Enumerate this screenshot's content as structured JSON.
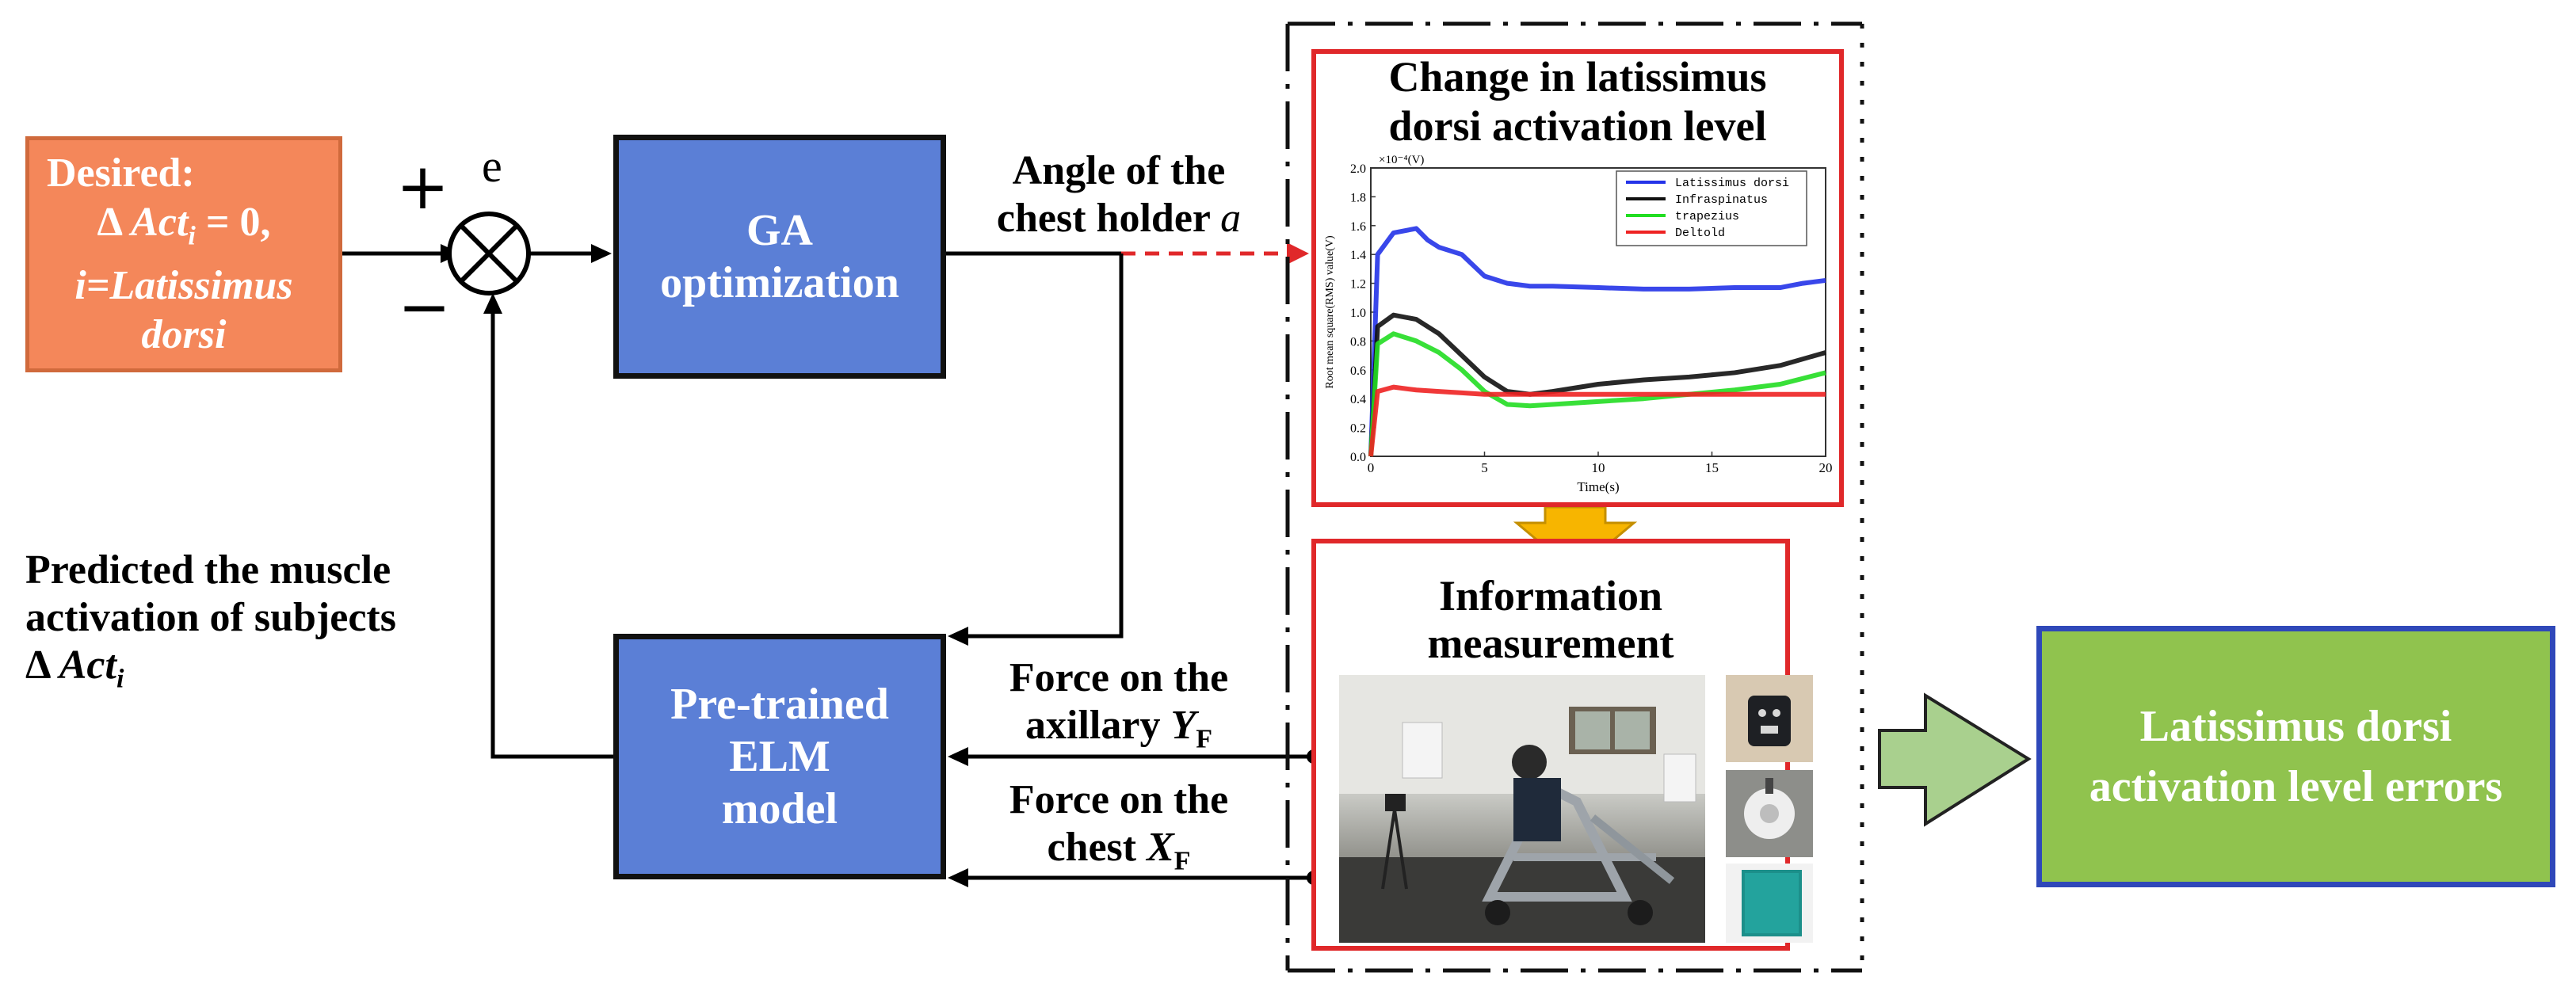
{
  "desired": {
    "line1": "Desired:",
    "line2_prefix": "Δ ",
    "line2_var": "Act",
    "line2_sub": "i",
    "line2_suffix": " = 0,",
    "line3": "i=Latissimus",
    "line4": "dorsi"
  },
  "summing_junction": {
    "error_label": "e",
    "plus_sign": "+",
    "minus_sign": "−"
  },
  "ga_block": {
    "line1": "GA",
    "line2": "optimization"
  },
  "elm_block": {
    "line1": "Pre-trained",
    "line2": "ELM",
    "line3": "model"
  },
  "angle_label": {
    "line1": "Angle of the",
    "line2": "chest holder",
    "symbol": "a"
  },
  "predicted_label": {
    "line1": "Predicted the muscle",
    "line2": "activation of subjects",
    "line3_prefix": "Δ ",
    "line3_var": "Act",
    "line3_sub": "i"
  },
  "force_axillary": {
    "line1": "Force on the",
    "line2": "axillary",
    "symbol": "Y",
    "sub": "F"
  },
  "force_chest": {
    "line1": "Force on the",
    "line2": "chest",
    "symbol": "X",
    "sub": "F"
  },
  "chart_panel": {
    "title_line1": "Change in latissimus",
    "title_line2": "dorsi activation level"
  },
  "info_panel": {
    "title_line1": "Information",
    "title_line2": "measurement"
  },
  "errors_block": {
    "line1": "Latissimus dorsi",
    "line2": "activation level errors"
  },
  "colors": {
    "desired_fill": "#f4875a",
    "block_fill": "#5b7fd6",
    "errors_fill": "#90c34e",
    "panel_border": "#e0282a",
    "down_arrow": "#f7b500",
    "right_arrow": "#a9d08e"
  },
  "chart_data": {
    "type": "line",
    "title": "",
    "xlabel": "Time(s)",
    "ylabel": "Root mean square(RMS) value(V)",
    "scale_label": "×10⁻⁴(V)",
    "xlim": [
      0,
      20
    ],
    "ylim": [
      0,
      2.0
    ],
    "x_ticks": [
      "0",
      "5",
      "10",
      "15",
      "20"
    ],
    "y_ticks": [
      "0.0",
      "0.2",
      "0.4",
      "0.6",
      "0.8",
      "1.0",
      "1.2",
      "1.4",
      "1.6",
      "1.8",
      "2.0"
    ],
    "legend_position": "top-right",
    "series": [
      {
        "name": "Latissimus dorsi",
        "color": "#2433e8",
        "x": [
          0,
          0.3,
          1,
          2,
          2.5,
          3,
          4,
          5,
          6,
          7,
          8,
          10,
          12,
          14,
          16,
          18,
          19,
          20
        ],
        "y": [
          0,
          1.4,
          1.55,
          1.58,
          1.5,
          1.45,
          1.4,
          1.25,
          1.2,
          1.18,
          1.18,
          1.17,
          1.16,
          1.16,
          1.17,
          1.17,
          1.2,
          1.22
        ]
      },
      {
        "name": "Infraspinatus",
        "color": "#111111",
        "x": [
          0,
          0.3,
          1,
          2,
          3,
          4,
          5,
          6,
          7,
          8,
          10,
          12,
          14,
          16,
          18,
          20
        ],
        "y": [
          0,
          0.9,
          0.98,
          0.95,
          0.85,
          0.7,
          0.55,
          0.45,
          0.43,
          0.45,
          0.5,
          0.53,
          0.55,
          0.58,
          0.63,
          0.72
        ]
      },
      {
        "name": "trapezius",
        "color": "#22dd22",
        "x": [
          0,
          0.3,
          1,
          2,
          3,
          4,
          5,
          6,
          7,
          8,
          10,
          12,
          14,
          16,
          18,
          20
        ],
        "y": [
          0,
          0.78,
          0.85,
          0.8,
          0.72,
          0.6,
          0.45,
          0.36,
          0.35,
          0.36,
          0.38,
          0.4,
          0.43,
          0.46,
          0.5,
          0.58
        ]
      },
      {
        "name": "Deltold",
        "color": "#ee2222",
        "x": [
          0,
          0.3,
          1,
          2,
          3,
          4,
          5,
          6,
          8,
          10,
          12,
          14,
          16,
          18,
          20
        ],
        "y": [
          0,
          0.45,
          0.48,
          0.46,
          0.45,
          0.44,
          0.43,
          0.43,
          0.43,
          0.43,
          0.43,
          0.43,
          0.43,
          0.43,
          0.43
        ]
      }
    ]
  }
}
